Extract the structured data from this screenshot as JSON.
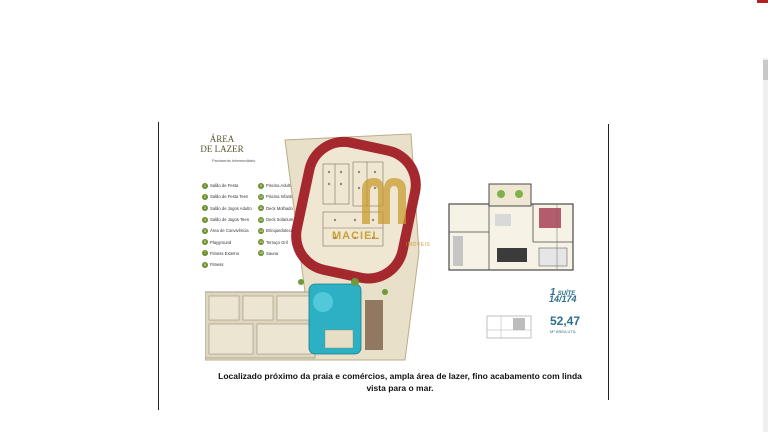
{
  "leisure_area": {
    "title_line1": "ÁREA",
    "title_line2": "DE LAZER",
    "subtitle": "Pavimento Intermediário",
    "legend_left": [
      {
        "n": "1",
        "label": "Salão de Festa"
      },
      {
        "n": "2",
        "label": "Salão de Festa Teen"
      },
      {
        "n": "3",
        "label": "Salão de Jogos Adulto"
      },
      {
        "n": "4",
        "label": "Salão de Jogos Teen"
      },
      {
        "n": "5",
        "label": "Área de Convivência"
      },
      {
        "n": "6",
        "label": "Playground"
      },
      {
        "n": "7",
        "label": "Fitness Externo"
      },
      {
        "n": "8",
        "label": "Fitness"
      }
    ],
    "legend_right": [
      {
        "n": "9",
        "label": "Piscina Adulto"
      },
      {
        "n": "10",
        "label": "Piscina Infantil"
      },
      {
        "n": "11",
        "label": "Deck Molhado"
      },
      {
        "n": "12",
        "label": "Deck Solarium"
      },
      {
        "n": "13",
        "label": "Brinquedoteca"
      },
      {
        "n": "14",
        "label": "Terraço Gril"
      },
      {
        "n": "15",
        "label": "Sauna"
      }
    ]
  },
  "watermark": {
    "name": "MACIEL",
    "subtitle": "IMÓVEIS",
    "color": "#c79a2a"
  },
  "unit": {
    "suite_count": "1",
    "suite_word": "SUÍTE",
    "code": "14/174",
    "area": "52,47",
    "area_label": "M² ÁREA ÚTIL",
    "accent_color": "#2d6f8a"
  },
  "description": "Localizado próximo da praia e comércios, ampla área de lazer, fino acabamento com linda vista para o mar."
}
